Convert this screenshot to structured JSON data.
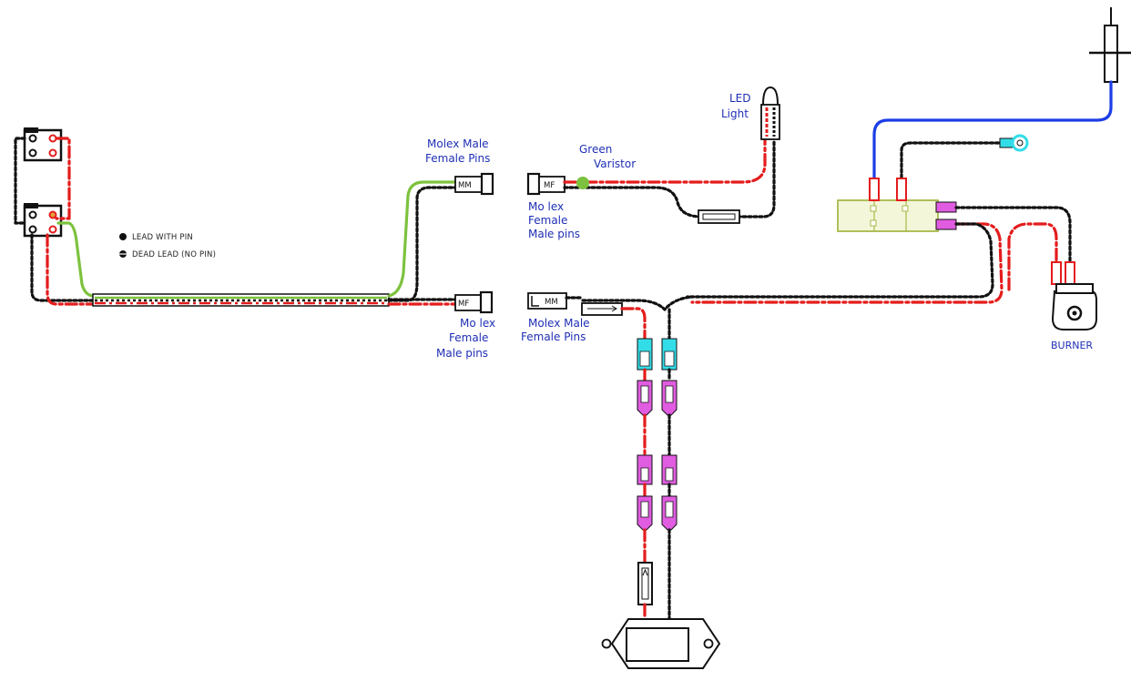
{
  "labels": {
    "molex_male_female_pins_top": [
      "Molex Male",
      "Female Pins"
    ],
    "green_varistor": [
      "Green",
      "Varistor"
    ],
    "led_light": [
      "LED",
      "Light"
    ],
    "molex_female_male_pins_top": [
      "Mo lex",
      "Female",
      "Male pins"
    ],
    "molex_female_male_pins_bottom": [
      "Mo lex",
      "Female",
      "Male pins"
    ],
    "molex_male_female_pins_bottom": [
      "Molex Male",
      "Female Pins"
    ],
    "burner": "BURNER"
  },
  "legend": [
    {
      "label": "LEAD WITH PIN"
    },
    {
      "label": "DEAD LEAD (NO PIN)"
    }
  ],
  "connector_codes": {
    "top_left": "MM",
    "top_right": "MF",
    "bottom_left": "MF",
    "bottom_right": "MM"
  },
  "colors": {
    "black_wire": "#111111",
    "red_wire": "#e41c1c",
    "green_wire": "#7dc23e",
    "blue_wire": "#1c3ee6",
    "cyan_terminal": "#33dde8",
    "magenta_terminal": "#e05ce0",
    "valve_block": "#f3f6d8",
    "label_text": "#1f2fb5"
  }
}
